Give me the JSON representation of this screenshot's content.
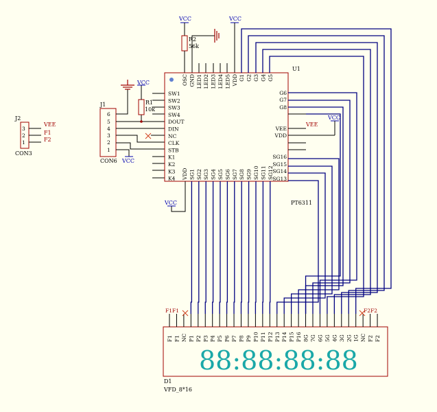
{
  "power_labels": {
    "vcc_top_left": "VCC",
    "vcc_top_right": "VCC",
    "vcc_r1": "VCC",
    "vcc_right": "VCC",
    "vcc_j1": "VCC",
    "vcc_vdd": "VCC",
    "vee_chip": "VEE"
  },
  "colors": {
    "background": "#fffff0",
    "wire": "#000080",
    "component": "#a00000",
    "display_digits": "#1aa8a8"
  },
  "r2": {
    "ref": "R2",
    "value": "56k"
  },
  "r1": {
    "ref": "R1",
    "value": "10k"
  },
  "u1": {
    "ref": "U1",
    "part": "PT6311",
    "top_pins": [
      "OSC",
      "GND",
      "LED1",
      "LED2",
      "LED3",
      "LED4",
      "LED5",
      "VDD",
      "G1",
      "G2",
      "G3",
      "G4",
      "G5"
    ],
    "left_pins": [
      "SW1",
      "SW2",
      "SW3",
      "SW4",
      "DOUT",
      "DIN",
      "NC",
      "CLK",
      "STB",
      "K1",
      "K2",
      "K3",
      "K4"
    ],
    "right_pins": [
      "G6",
      "G7",
      "G8",
      "",
      "VEE",
      "VDD",
      "",
      "",
      "SG16",
      "SG15",
      "SG14",
      "SG13"
    ],
    "bottom_pins": [
      "VDD",
      "SG1",
      "SG2",
      "SG3",
      "SG4",
      "SG5",
      "SG6",
      "SG7",
      "SG8",
      "SG9",
      "SG10",
      "SG11",
      "SG12"
    ]
  },
  "j2": {
    "ref": "J2",
    "part": "CON3",
    "pin_numbers": [
      "3",
      "2",
      "1"
    ],
    "nets": [
      "VEE",
      "F1",
      "F2"
    ]
  },
  "j1": {
    "ref": "J1",
    "part": "CON6",
    "pin_numbers": [
      "6",
      "5",
      "4",
      "3",
      "2",
      "1"
    ]
  },
  "d1": {
    "ref": "D1",
    "part": "VFD_8*16",
    "display_text": "88:88:88:88",
    "pins": [
      "F1",
      "F1",
      "NC",
      "P1",
      "P2",
      "P3",
      "P4",
      "P5",
      "P6",
      "P7",
      "P8",
      "P9",
      "P10",
      "P11",
      "P12",
      "P13",
      "P14",
      "P15",
      "P16",
      "8G",
      "7G",
      "6G",
      "5G",
      "4G",
      "3G",
      "2G",
      "1G",
      "NC",
      "F2",
      "F2"
    ],
    "top_left_labels": [
      "F1",
      "F1"
    ],
    "top_right_labels": [
      "F2",
      "F2"
    ]
  }
}
